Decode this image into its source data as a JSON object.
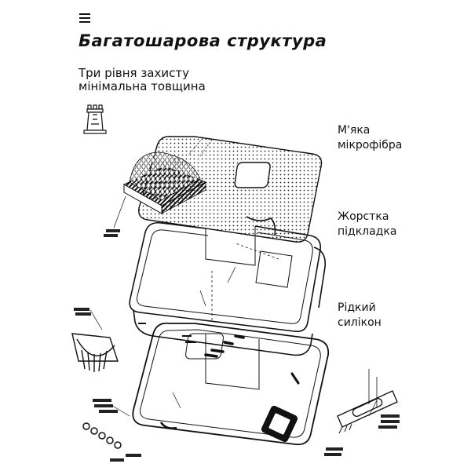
{
  "header": {
    "menu_icon": "hamburger-menu-icon",
    "title": "Багатошарова структура",
    "subtitle_line1": "Три рівня захисту",
    "subtitle_line2": "мінімальна товщина",
    "tower_icon": "castle-tower-icon"
  },
  "layers": [
    {
      "line1": "М'яка",
      "line2": "мікрофібра"
    },
    {
      "line1": "Жорстка",
      "line2": "підкладка"
    },
    {
      "line1": "Рідкий",
      "line2": "силікон"
    }
  ]
}
